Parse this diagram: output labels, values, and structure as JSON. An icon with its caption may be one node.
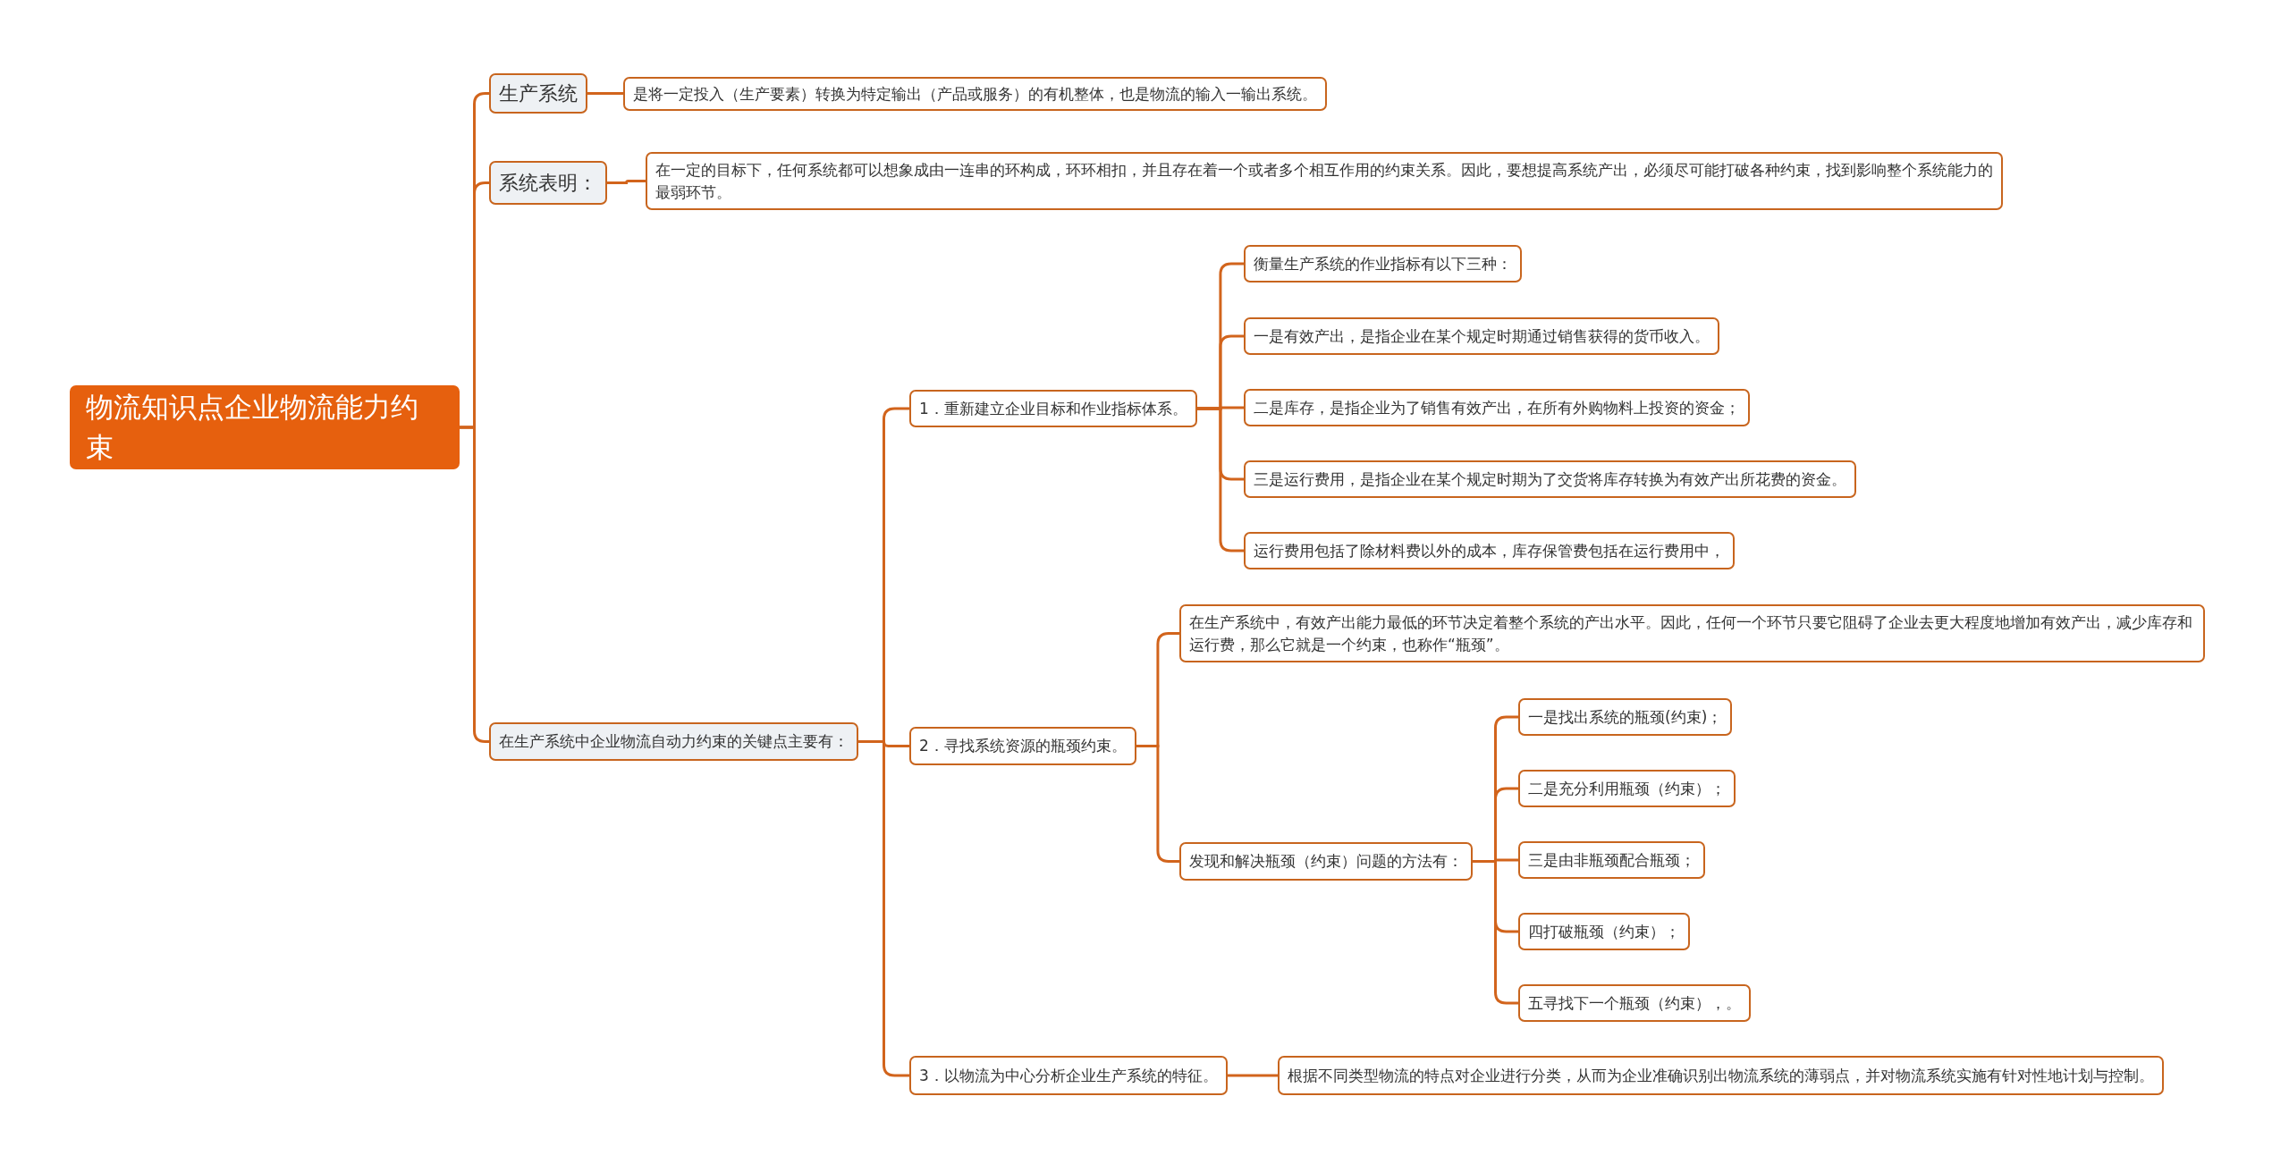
{
  "diagram": {
    "nodes": [
      {
        "text": [
          "物流知识点企业物流能力约束"
        ]
      },
      {
        "text": [
          "生产系统"
        ]
      },
      {
        "text": [
          "是将一定投入（生产要素）转换为特定输出（产品或服务）的有机整体，也是物流的输入一输出系统。"
        ]
      },
      {
        "text": [
          "系统表明："
        ]
      },
      {
        "text": [
          "在一定的目标下，任何系统都可以想象成由一连串的环构成，环环相扣，并且存在着一个或者多个相互作用的约束关系。因此，要想提高系统产出，必须尽可能打破各种约束，找到影响整个系统能力的最弱环节。"
        ]
      },
      {
        "text": [
          "在生产系统中企业物流自动力约束的关键点主要有："
        ]
      },
      {
        "text": [
          "1．重新建立企业目标和作业指标体系。"
        ]
      },
      {
        "text": [
          "衡量生产系统的作业指标有以下三种："
        ]
      },
      {
        "text": [
          "一是有效产出，是指企业在某个规定时期通过销售获得的货币收入。"
        ]
      },
      {
        "text": [
          "二是库存，是指企业为了销售有效产出，在所有外购物料上投资的资金；"
        ]
      },
      {
        "text": [
          "三是运行费用，是指企业在某个规定时期为了交货将库存转换为有效产出所花费的资金。"
        ]
      },
      {
        "text": [
          "运行费用包括了除材料费以外的成本，库存保管费包括在运行费用中，"
        ]
      },
      {
        "text": [
          "2．寻找系统资源的瓶颈约束。"
        ]
      },
      {
        "text": [
          "在生产系统中，有效产出能力最低的环节决定着整个系统的产出水平。因此，任何一个环节只要它阻碍了企业去更大程度地增加有效产出，减少库存和运行费，那么它就是一个约束，也称作“瓶颈”。"
        ]
      },
      {
        "text": [
          "发现和解决瓶颈（约束）问题的方法有："
        ]
      },
      {
        "text": [
          "一是找出系统的瓶颈(约束)；"
        ]
      },
      {
        "text": [
          "二是充分利用瓶颈（约束）；"
        ]
      },
      {
        "text": [
          "三是由非瓶颈配合瓶颈；"
        ]
      },
      {
        "text": [
          "四打破瓶颈（约束）；"
        ]
      },
      {
        "text": [
          "五寻找下一个瓶颈（约束），。"
        ]
      },
      {
        "text": [
          "3．以物流为中心分析企业生产系统的特征。"
        ]
      },
      {
        "text": [
          "根据不同类型物流的特点对企业进行分类，从而为企业准确识别出物流系统的薄弱点，并对物流系统实施有针对性地计划与控制。"
        ]
      }
    ],
    "edges": [
      {
        "from": 0,
        "to": 1,
        "arrow": "none"
      },
      {
        "from": 0,
        "to": 3,
        "arrow": "none"
      },
      {
        "from": 0,
        "to": 5,
        "arrow": "none"
      },
      {
        "from": 1,
        "to": 2,
        "arrow": "none"
      },
      {
        "from": 3,
        "to": 4,
        "arrow": "none"
      },
      {
        "from": 5,
        "to": 6,
        "arrow": "none"
      },
      {
        "from": 5,
        "to": 12,
        "arrow": "none"
      },
      {
        "from": 5,
        "to": 20,
        "arrow": "none"
      },
      {
        "from": 6,
        "to": 7,
        "arrow": "none"
      },
      {
        "from": 6,
        "to": 8,
        "arrow": "none"
      },
      {
        "from": 6,
        "to": 9,
        "arrow": "none"
      },
      {
        "from": 6,
        "to": 10,
        "arrow": "none"
      },
      {
        "from": 6,
        "to": 11,
        "arrow": "none"
      },
      {
        "from": 12,
        "to": 13,
        "arrow": "none"
      },
      {
        "from": 12,
        "to": 14,
        "arrow": "none"
      },
      {
        "from": 14,
        "to": 15,
        "arrow": "none"
      },
      {
        "from": 14,
        "to": 16,
        "arrow": "none"
      },
      {
        "from": 14,
        "to": 17,
        "arrow": "none"
      },
      {
        "from": 14,
        "to": 18,
        "arrow": "none"
      },
      {
        "from": 14,
        "to": 19,
        "arrow": "none"
      },
      {
        "from": 20,
        "to": 21,
        "arrow": "none"
      }
    ]
  }
}
